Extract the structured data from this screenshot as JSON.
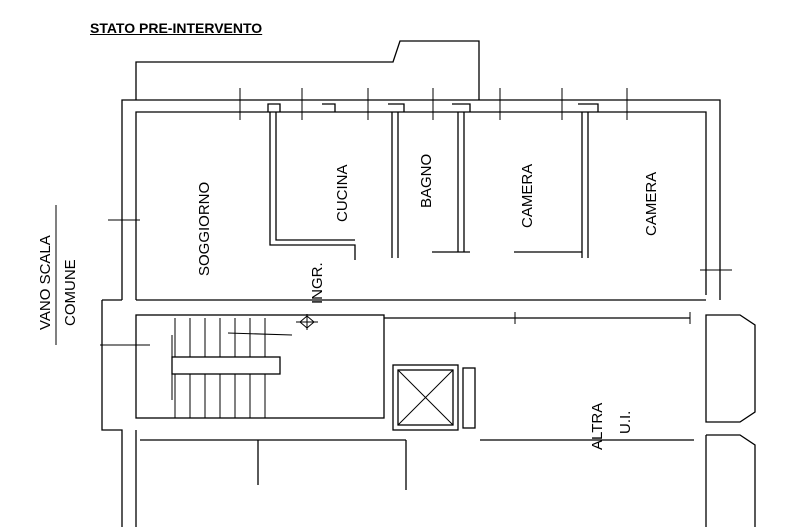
{
  "title": "STATO PRE-INTERVENTO",
  "rooms": {
    "soggiorno": "SOGGIORNO",
    "cucina": "CUCINA",
    "bagno": "BAGNO",
    "camera_1": "CAMERA",
    "camera_2": "CAMERA",
    "ingresso": "INGR.",
    "vano_scala_1": "VANO SCALA",
    "vano_scala_2": "COMUNE",
    "altra_ui_1": "ALTRA",
    "altra_ui_2": "U.I."
  }
}
